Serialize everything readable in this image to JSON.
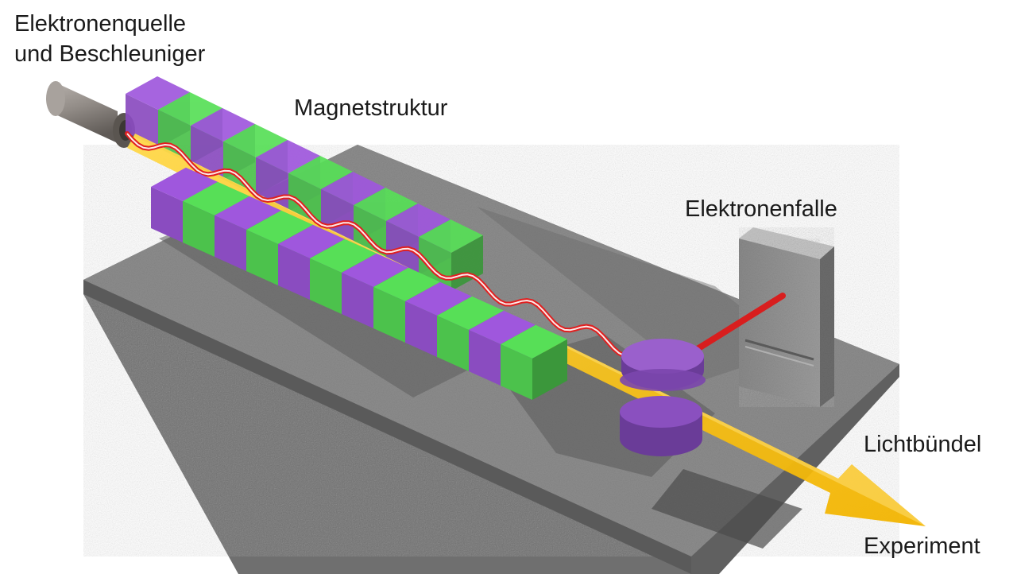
{
  "labels": {
    "source_line1": "Elektronenquelle",
    "source_line2": "und Beschleuniger",
    "magnet_structure": "Magnetstruktur",
    "electron_trap": "Elektronenfalle",
    "light_beam": "Lichtbündel",
    "experiment": "Experiment"
  },
  "colors": {
    "magnet_purple": "#8a4cc0",
    "magnet_green": "#4cc24c",
    "electron_beam": "#e02020",
    "light_beam": "#f7c400",
    "base_plate": "#8c8c8c",
    "source_tube": "#8e8884"
  },
  "upper_magnet_row": [
    "purple",
    "green",
    "purple",
    "green",
    "purple",
    "green",
    "purple",
    "green",
    "purple",
    "green"
  ],
  "lower_magnet_row": [
    "purple",
    "green",
    "purple",
    "green",
    "purple",
    "green",
    "purple",
    "green",
    "purple",
    "green",
    "purple",
    "green"
  ]
}
